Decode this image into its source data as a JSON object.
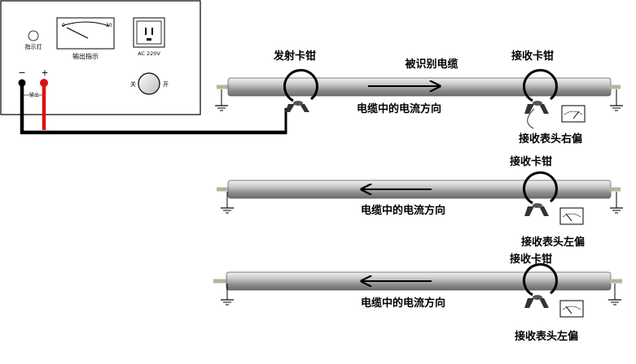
{
  "instrument": {
    "indicator_light_label": "指示灯",
    "meter_label": "输出指示",
    "meter_min": "0",
    "meter_max": "30",
    "outlet_label": "AC 220V",
    "terminal_minus": "−",
    "terminal_plus": "+",
    "output_label": "输出",
    "switch_off": "关",
    "switch_on": "开"
  },
  "rows": [
    {
      "transmit_clamp_label": "发射卡钳",
      "cable_label": "被识别电缆",
      "current_direction_label": "电缆中的电流方向",
      "arrow_direction": "right",
      "receive_clamp_label": "接收卡钳",
      "meter_reading_label": "接收表头右偏",
      "needle_deflection": "right"
    },
    {
      "current_direction_label": "电缆中的电流方向",
      "arrow_direction": "left",
      "receive_clamp_label": "接收卡钳",
      "meter_reading_label": "接收表头左偏",
      "needle_deflection": "left"
    },
    {
      "current_direction_label": "电缆中的电流方向",
      "arrow_direction": "left",
      "receive_clamp_label": "接收卡钳",
      "meter_reading_label": "接收表头左偏",
      "needle_deflection": "left"
    }
  ],
  "colors": {
    "cable_body": "#9a9a9a",
    "cable_highlight": "#d8d8d8",
    "plus_wire": "#e01010",
    "minus_wire": "#000000"
  }
}
